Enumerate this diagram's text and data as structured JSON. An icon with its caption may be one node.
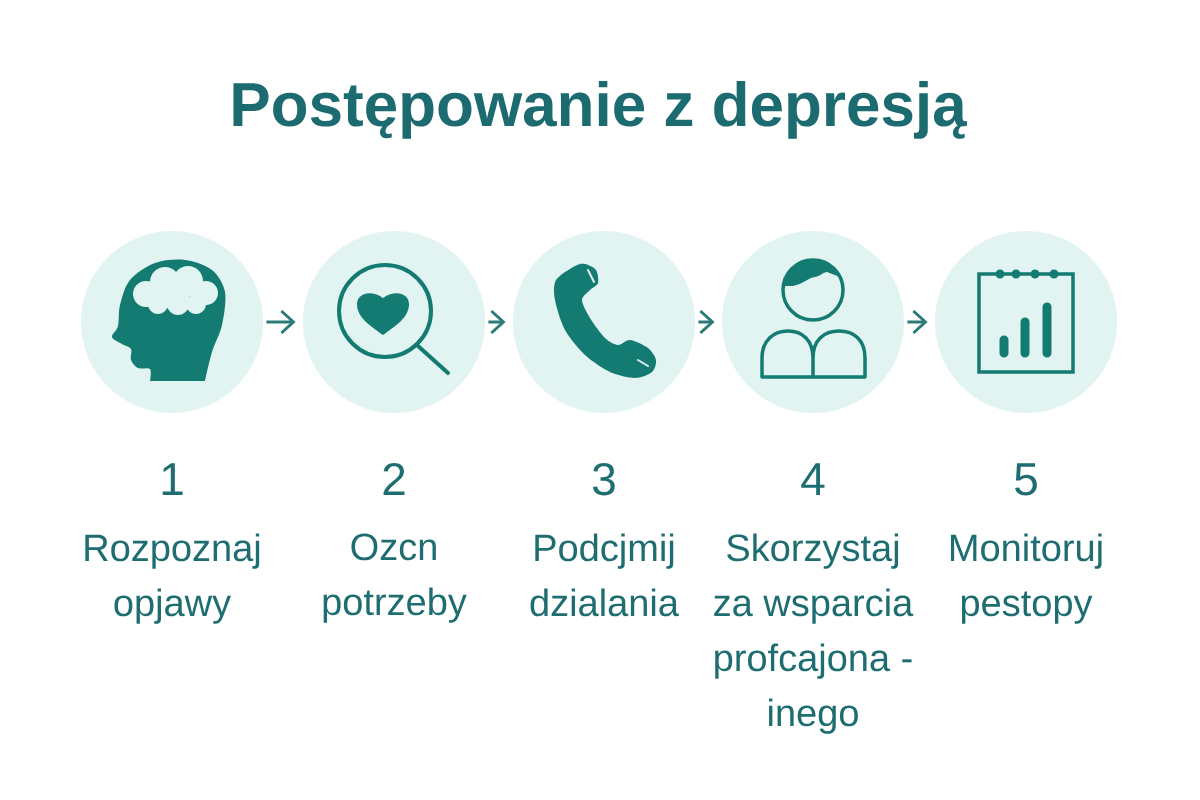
{
  "diagram": {
    "title": "Postępowanie z depresją",
    "nodes": [
      {
        "text": [
          "1",
          "Rozpoznaj opjawy"
        ]
      },
      {
        "text": [
          "2",
          "Ozcn potrzeby"
        ]
      },
      {
        "text": [
          "3",
          "Podcjmij dzialania"
        ]
      },
      {
        "text": [
          "4",
          "Skorzystaj za wsparcia profcajona - inego"
        ]
      },
      {
        "text": [
          "5",
          "Monitoruj pestopy"
        ]
      }
    ],
    "edges": [
      {
        "from": 0,
        "to": 1,
        "arrow": "to"
      },
      {
        "from": 1,
        "to": 2,
        "arrow": "to"
      },
      {
        "from": 2,
        "to": 3,
        "arrow": "to"
      },
      {
        "from": 3,
        "to": 4,
        "arrow": "to"
      }
    ]
  }
}
